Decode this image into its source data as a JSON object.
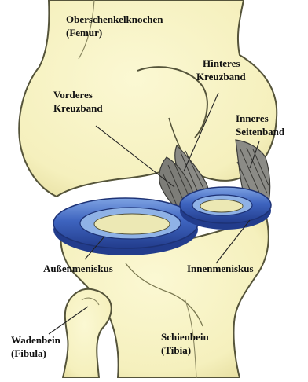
{
  "labels": {
    "femur": [
      "Oberschenkelknochen",
      "(Femur)"
    ],
    "posterior_cruciate": [
      "Hinteres",
      "Kreuzband"
    ],
    "anterior_cruciate": [
      "Vorderes",
      "Kreuzband"
    ],
    "medial_collateral": [
      "Inneres",
      "Seitenband"
    ],
    "lateral_meniscus": [
      "Außenmeniskus"
    ],
    "medial_meniscus": [
      "Innenmeniskus"
    ],
    "fibula": [
      "Wadenbein",
      "(Fibula)"
    ],
    "tibia": [
      "Schienbein",
      "(Tibia)"
    ]
  },
  "colors": {
    "bone": "#f8f4c4",
    "bone_outline": "#55543a",
    "meniscus_blue": "#3e64bf",
    "meniscus_dark": "#1d3275",
    "meniscus_light": "#8fb2e6",
    "cartilage": "#ece8b4",
    "ligament": "#8b8b86",
    "ligament_dark": "#3c3c38",
    "text": "#111111",
    "leader_line": "#222222"
  }
}
